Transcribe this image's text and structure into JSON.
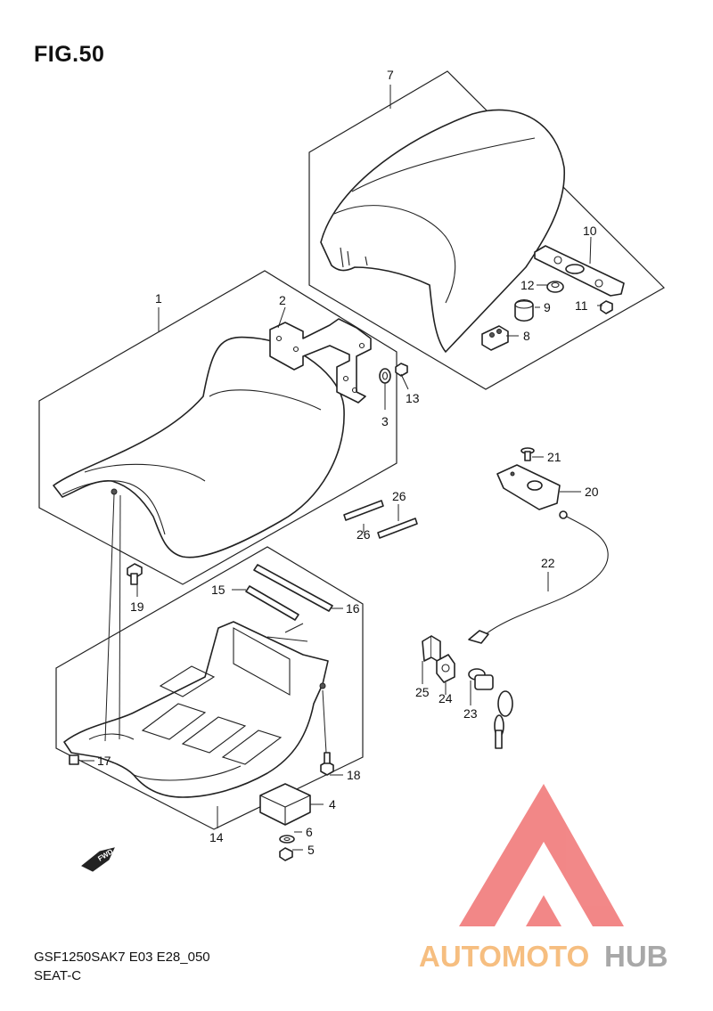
{
  "figure": {
    "title": "FIG.50",
    "model_code": "GSF1250SAK7 E03 E28_050",
    "section": "SEAT-C"
  },
  "callouts": [
    "1",
    "2",
    "3",
    "4",
    "5",
    "6",
    "7",
    "8",
    "9",
    "10",
    "11",
    "12",
    "13",
    "14",
    "15",
    "16",
    "17",
    "18",
    "19",
    "20",
    "21",
    "22",
    "23",
    "24",
    "25",
    "26",
    "26"
  ],
  "fwd_label": "FWD",
  "watermark": {
    "part1": "AUTOMOTO",
    "part2": "HUB",
    "colors": {
      "red": "#f07373",
      "orange": "#f5b36b",
      "gray": "#9a9a9a"
    }
  }
}
